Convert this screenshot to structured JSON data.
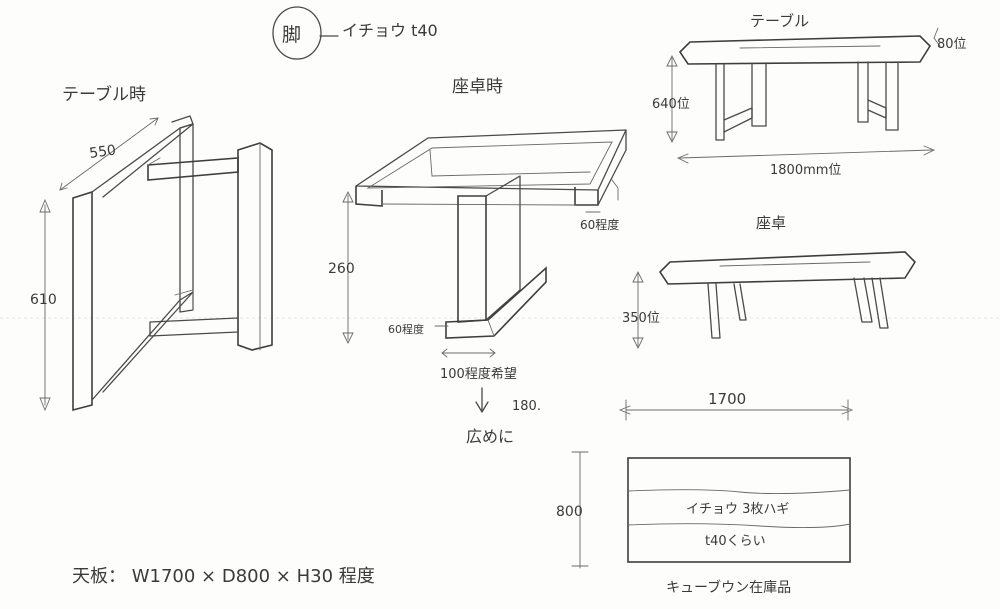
{
  "header": {
    "leg_circle": "脚",
    "leg_spec": "イチョウ t40"
  },
  "table_mode": {
    "title": "テーブル時",
    "width_dim": "550",
    "height_dim": "610"
  },
  "zataku_mode": {
    "title": "座卓時",
    "height_dim": "260",
    "beam_note": "60程度",
    "base_height_note": "60程度",
    "base_width_note": "100程度希望",
    "arrow_value": "180.",
    "wider_note": "広めに"
  },
  "table_view": {
    "title": "テーブル",
    "thickness": "80位",
    "height": "640位",
    "length": "1800mm位"
  },
  "zataku_view": {
    "title": "座卓",
    "height": "350位"
  },
  "top_plan": {
    "width": "1700",
    "depth": "800",
    "material": "イチョウ 3枚ハギ",
    "thickness": "t40くらい",
    "stock": "キューブウン在庫品"
  },
  "bottom_note": {
    "spec": "天板： W1700 × D800 × H30 程度"
  }
}
